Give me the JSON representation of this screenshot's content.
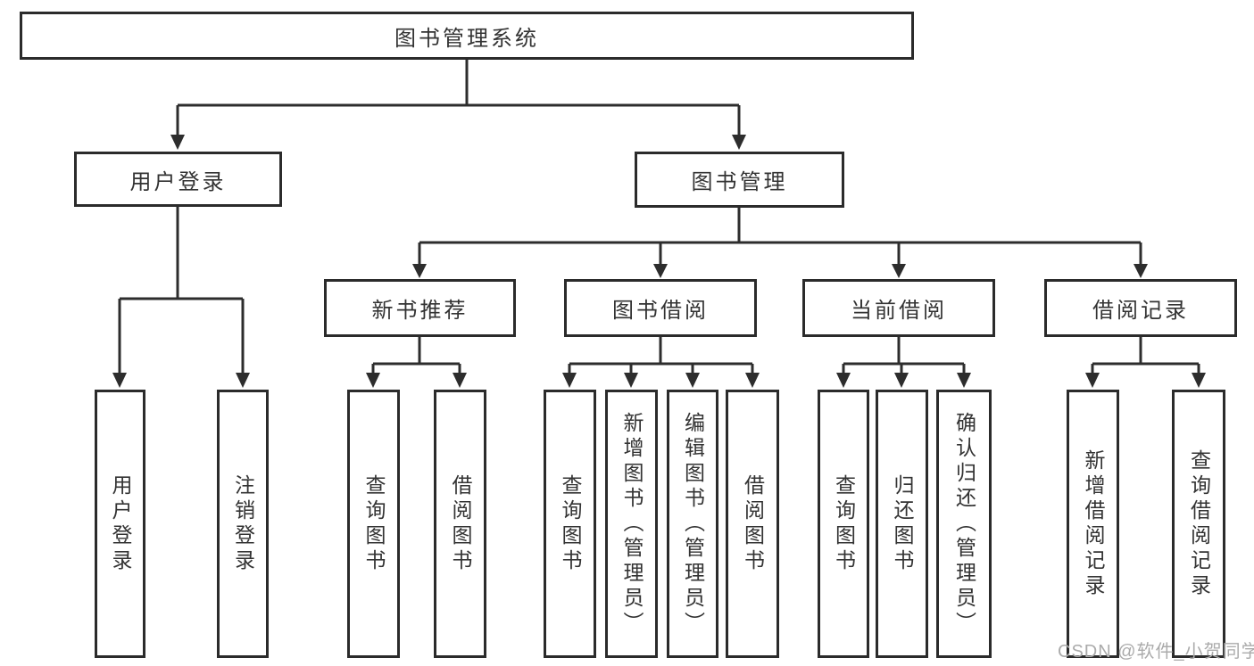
{
  "diagram": {
    "root": {
      "label": "图书管理系统"
    },
    "branches": [
      {
        "label": "用户登录",
        "children": [
          "用户登录",
          "注销登录"
        ]
      },
      {
        "label": "图书管理",
        "sections": [
          {
            "label": "新书推荐",
            "children": [
              "查询图书",
              "借阅图书"
            ]
          },
          {
            "label": "图书借阅",
            "children": [
              "查询图书",
              "新增图书（管理员）",
              "编辑图书（管理员）",
              "借阅图书"
            ]
          },
          {
            "label": "当前借阅",
            "children": [
              "查询图书",
              "归还图书",
              "确认归还（管理员）"
            ]
          },
          {
            "label": "借阅记录",
            "children": [
              "新增借阅记录",
              "查询借阅记录"
            ]
          }
        ]
      }
    ],
    "line_color": "#2d2d2d",
    "border_color": "#2b2b2b"
  },
  "watermark": {
    "text": "CSDN @软件_小贺同学"
  }
}
